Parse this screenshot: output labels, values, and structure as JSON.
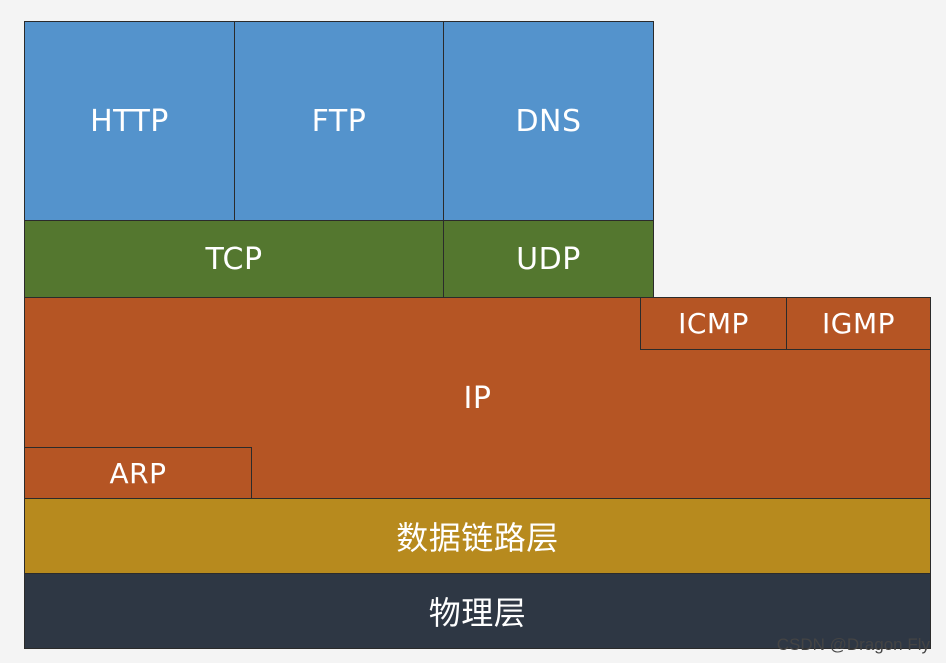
{
  "application_layer": {
    "http": "HTTP",
    "ftp": "FTP",
    "dns": "DNS"
  },
  "transport_layer": {
    "tcp": "TCP",
    "udp": "UDP"
  },
  "network_layer": {
    "ip": "IP",
    "icmp": "ICMP",
    "igmp": "IGMP",
    "arp": "ARP"
  },
  "data_link_layer": {
    "label": "数据链路层"
  },
  "physical_layer": {
    "label": "物理层"
  },
  "watermark": "CSDN @Dragon Fly",
  "colors": {
    "application": "#5493cc",
    "transport": "#54772f",
    "network": "#b55524",
    "data_link": "#b78a1e",
    "physical": "#2e3744"
  }
}
